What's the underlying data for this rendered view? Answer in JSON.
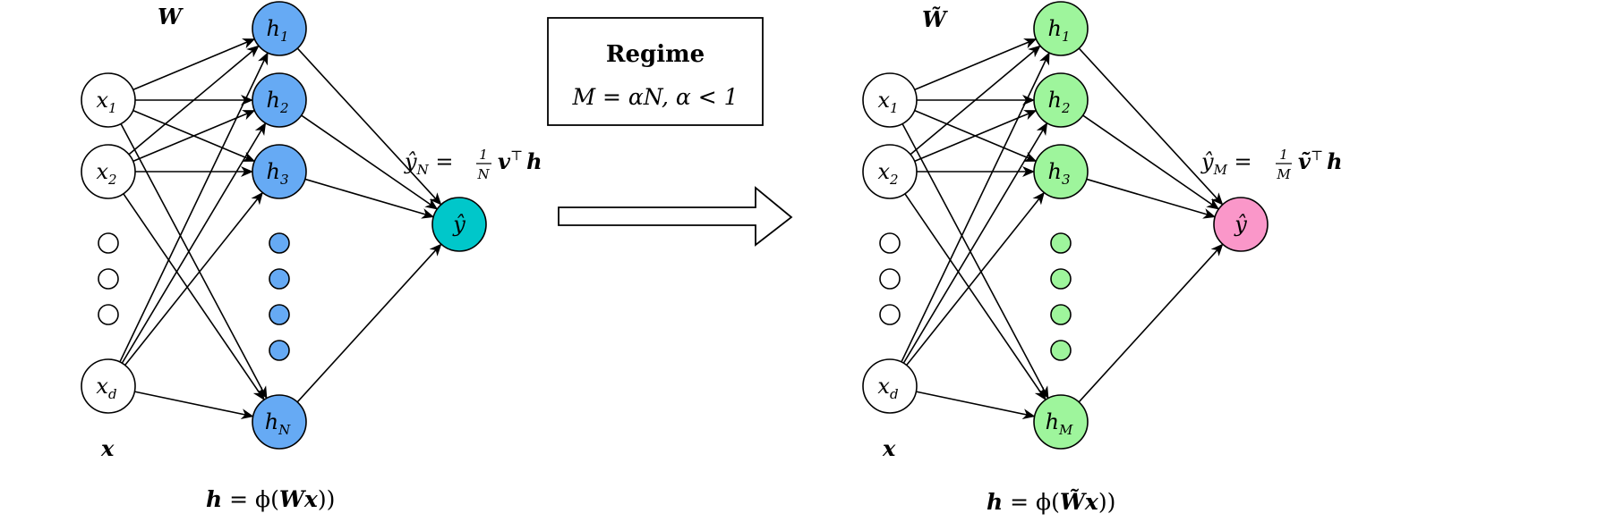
{
  "colors": {
    "input_fill": "#ffffff",
    "hidden_left": "#66aaf4",
    "hidden_right": "#9ef59c",
    "output_left": "#00c7ca",
    "output_right": "#fa97c9"
  },
  "left": {
    "weight_label": "W",
    "inputs": [
      {
        "base": "x",
        "sub": "1"
      },
      {
        "base": "x",
        "sub": "2"
      },
      {
        "base": "x",
        "sub": "d"
      }
    ],
    "input_vector_label": "x",
    "hidden": [
      {
        "base": "h",
        "sub": "1"
      },
      {
        "base": "h",
        "sub": "2"
      },
      {
        "base": "h",
        "sub": "3"
      },
      {
        "base": "h",
        "sub": "N"
      }
    ],
    "output": "ŷ",
    "output_formula": {
      "lhs": "ŷ",
      "lhs_sub": "N",
      "eq": " = ",
      "frac_num": "1",
      "frac_den": "N",
      "rhs": "v",
      "sup": "⊤",
      "tail": "h"
    },
    "activation_formula": {
      "lhs": "h",
      "middle": " = ϕ(",
      "w": "W",
      "x": "x",
      "close": "))"
    }
  },
  "right": {
    "weight_label": "W̃",
    "inputs": [
      {
        "base": "x",
        "sub": "1"
      },
      {
        "base": "x",
        "sub": "2"
      },
      {
        "base": "x",
        "sub": "d"
      }
    ],
    "input_vector_label": "x",
    "hidden": [
      {
        "base": "h",
        "sub": "1"
      },
      {
        "base": "h",
        "sub": "2"
      },
      {
        "base": "h",
        "sub": "3"
      },
      {
        "base": "h",
        "sub": "M"
      }
    ],
    "output": "ŷ",
    "output_formula": {
      "lhs": "ŷ",
      "lhs_sub": "M",
      "eq": " = ",
      "frac_num": "1",
      "frac_den": "M",
      "rhs": "ṽ",
      "sup": "⊤",
      "tail": "h"
    },
    "activation_formula": {
      "lhs": "h",
      "middle": " = ϕ(",
      "w": "W̃",
      "x": "x",
      "close": "))"
    }
  },
  "regime": {
    "title": "Regime",
    "condition": "M = αN, α < 1"
  }
}
